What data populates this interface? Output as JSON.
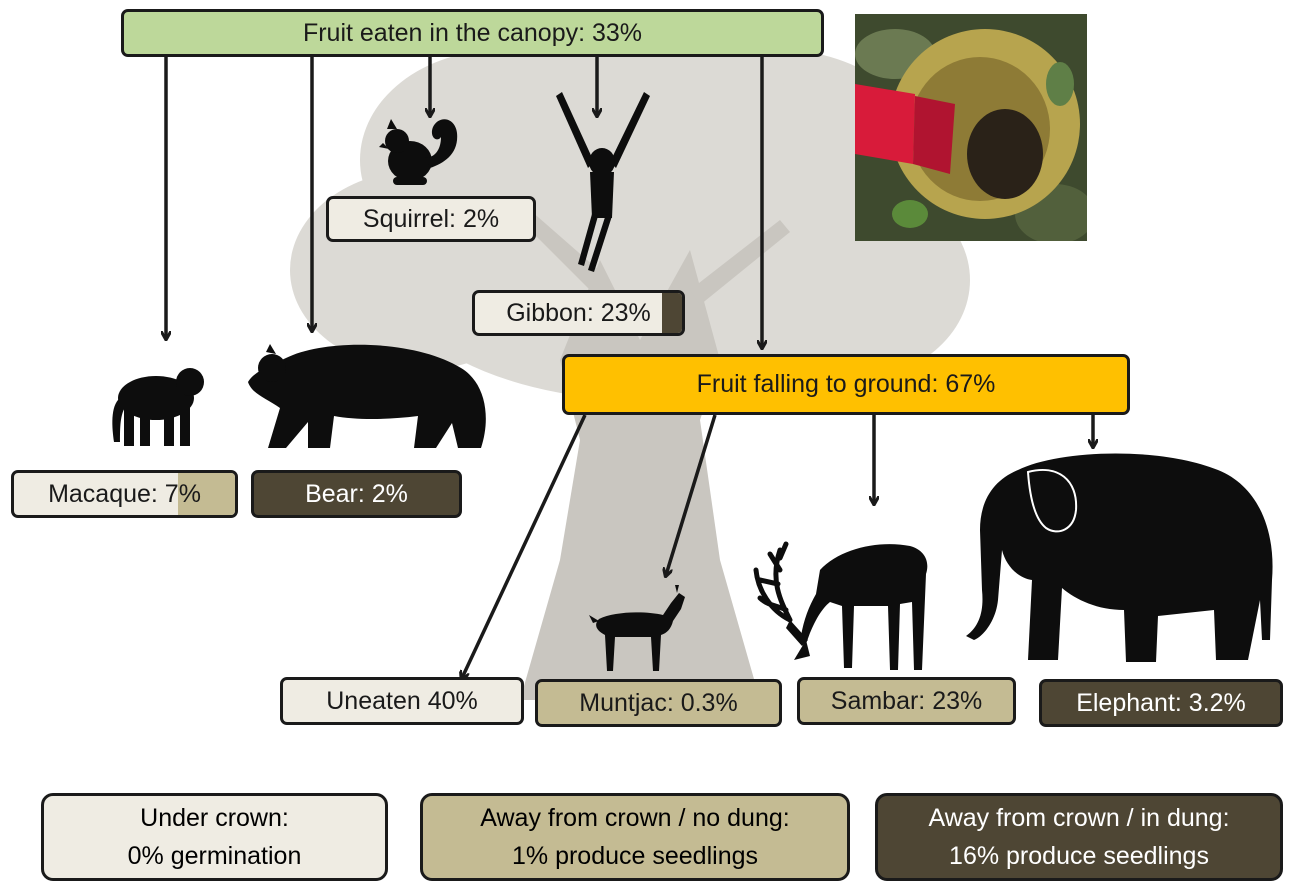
{
  "canopy": {
    "label": "Fruit eaten in the canopy: 33%"
  },
  "ground": {
    "label": "Fruit falling to ground: 67%"
  },
  "animals": {
    "squirrel": {
      "label": "Squirrel: 2%"
    },
    "gibbon": {
      "label": "Gibbon: 23%"
    },
    "macaque": {
      "label": "Macaque: 7%"
    },
    "bear": {
      "label": "Bear: 2%"
    },
    "uneaten": {
      "label": "Uneaten 40%"
    },
    "muntjac": {
      "label": "Muntjac: 0.3%"
    },
    "sambar": {
      "label": "Sambar: 23%"
    },
    "elephant": {
      "label": "Elephant: 3.2%"
    }
  },
  "outcomes": {
    "under_crown": {
      "line1": "Under crown:",
      "line2": "0% germination"
    },
    "away_no_dung": {
      "line1": "Away from crown / no dung:",
      "line2": "1% produce seedlings"
    },
    "away_in_dung": {
      "line1": "Away from crown / in dung:",
      "line2": "16% produce seedlings"
    }
  },
  "colors": {
    "canopy_box": "#bdd89a",
    "ground_box": "#ffc000",
    "under_crown": "#efece3",
    "no_dung": "#c4bb93",
    "in_dung": "#4e4634",
    "silhouette": "#0d0d0d",
    "tree": "#d9d7d2"
  },
  "icons": [
    "squirrel-silhouette",
    "gibbon-silhouette",
    "macaque-silhouette",
    "bear-silhouette",
    "muntjac-silhouette",
    "sambar-silhouette",
    "elephant-silhouette",
    "tree-silhouette",
    "fruit-photo"
  ]
}
